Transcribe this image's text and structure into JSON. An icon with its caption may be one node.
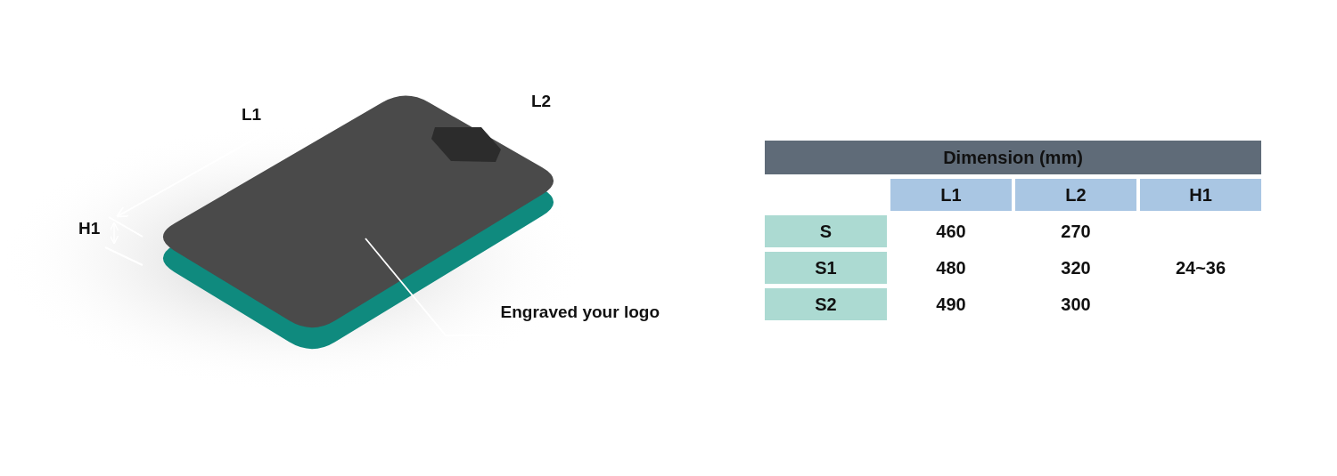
{
  "diagram": {
    "nodes": [
      {
        "text": [
          "Engraved your logo"
        ]
      },
      {
        "text": [],
        "shape": "picture"
      }
    ],
    "edges": [
      {
        "from": 0,
        "to": 1,
        "arrow": "none"
      }
    ],
    "labels": [
      "L1",
      "L2",
      "H1",
      "Dimension (mm)",
      "L1",
      "L2",
      "H1",
      "S",
      "460",
      "270",
      "S1",
      "480",
      "320",
      "24~36",
      "S2",
      "490",
      "300"
    ]
  }
}
